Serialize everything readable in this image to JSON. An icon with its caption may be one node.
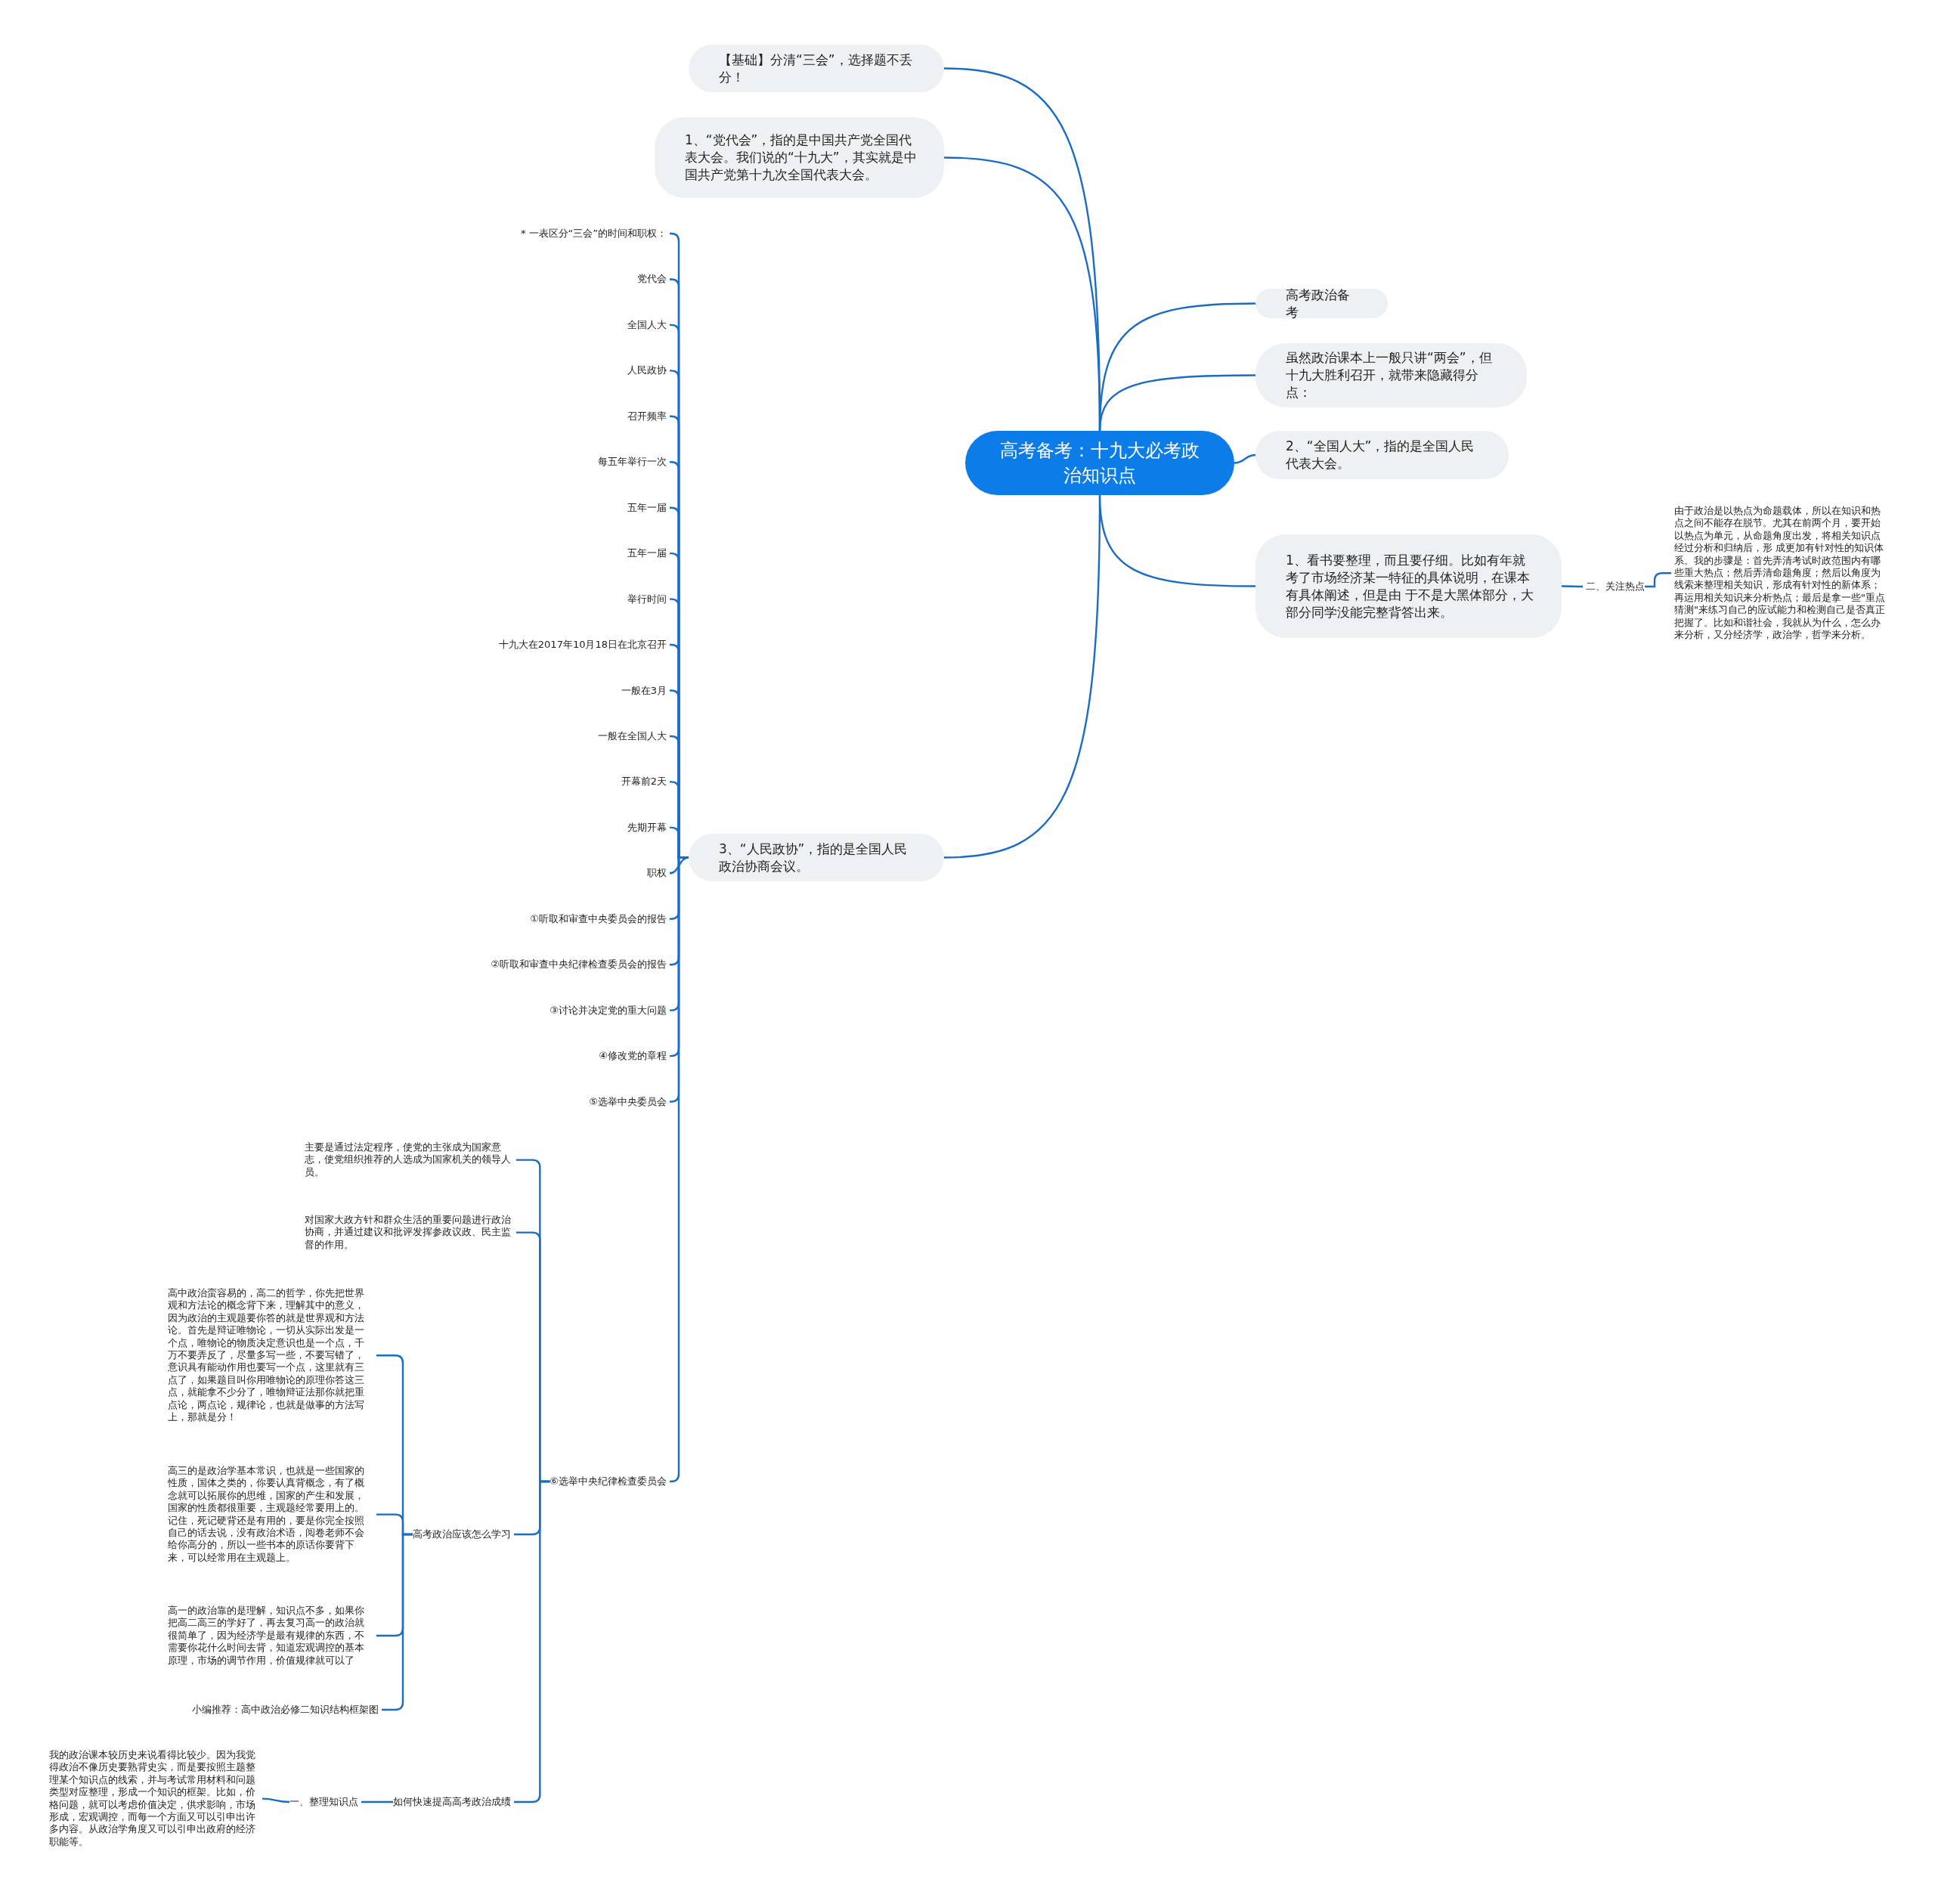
{
  "diagram": {
    "nodes": [
      {
        "text": [
          "高考备考：十九大必考政治知识点"
        ]
      },
      {
        "text": [
          "【基础】分清“三会”，选择题不丢分！"
        ]
      },
      {
        "text": [
          "1、“党代会”，指的是中国共产党全国代表大会。我们说的“十九大”，其实就是中国共产党第十九次全国代表大会。"
        ]
      },
      {
        "text": [
          "3、“人民政协”，指的是全国人民政治协商会议。"
        ]
      },
      {
        "text": [
          "高考政治备考"
        ]
      },
      {
        "text": [
          "虽然政治课本上一般只讲“两会”，但十九大胜利召开，就带来隐藏得分点："
        ]
      },
      {
        "text": [
          "2、“全国人大”，指的是全国人民代表大会。"
        ]
      },
      {
        "text": [
          "1、看书要整理，而且要仔细。比如有年就考了市场经济某一特征的具体说明，在课本有具体阐述，但是由 于不是大黑体部分，大部分同学没能完整背答出来。"
        ]
      },
      {
        "text": [
          "二、关注热点"
        ]
      },
      {
        "text": [
          "由于政治是以热点为命题载体，所以在知识和热点之间不能存在脱节。尤其在前两个月，要开始以热点为单元，从命题角度出发，将相关知识点经过分析和归纳后，形 成更加有针对性的知识体系。我的步骤是：首先弄清考试时政范围内有哪些重大热点；然后弄清命题角度；然后以角度为线索来整理相关知识，形成有针对性的新体系；再运用相关知识来分析热点；最后是拿一些\"重点猜测\"来练习自己的应试能力和检测自己是否真正把握了。比如和谐社会，我就从为什么，怎么办来分析，又分经济学，政治学，哲学来分析。"
        ]
      },
      {
        "text": [
          "* 一表区分“三会”的时间和职权："
        ]
      },
      {
        "text": [
          "党代会"
        ]
      },
      {
        "text": [
          "全国人大"
        ]
      },
      {
        "text": [
          "人民政协"
        ]
      },
      {
        "text": [
          "召开频率"
        ]
      },
      {
        "text": [
          "每五年举行一次"
        ]
      },
      {
        "text": [
          "五年一届"
        ]
      },
      {
        "text": [
          "五年一届"
        ]
      },
      {
        "text": [
          "举行时间"
        ]
      },
      {
        "text": [
          "十九大在2017年10月18日在北京召开"
        ]
      },
      {
        "text": [
          "一般在3月"
        ]
      },
      {
        "text": [
          "一般在全国人大"
        ]
      },
      {
        "text": [
          "开幕前2天"
        ]
      },
      {
        "text": [
          "先期开幕"
        ]
      },
      {
        "text": [
          "职权"
        ]
      },
      {
        "text": [
          "①听取和审查中央委员会的报告"
        ]
      },
      {
        "text": [
          "②听取和审查中央纪律检查委员会的报告"
        ]
      },
      {
        "text": [
          "③讨论并决定党的重大问题"
        ]
      },
      {
        "text": [
          "④修改党的章程"
        ]
      },
      {
        "text": [
          "⑤选举中央委员会"
        ]
      },
      {
        "text": [
          "⑥选举中央纪律检查委员会"
        ]
      },
      {
        "text": [
          "主要是通过法定程序，使党的主张成为国家意志，使党组织推荐的人选成为国家机关的领导人员。"
        ]
      },
      {
        "text": [
          "对国家大政方针和群众生活的重要问题进行政治协商，并通过建议和批评发挥参政议政、民主监督的作用。"
        ]
      },
      {
        "text": [
          "高考政治应该怎么学习"
        ]
      },
      {
        "text": [
          "如何快速提高高考政治成绩"
        ]
      },
      {
        "text": [
          "高中政治蛮容易的，高二的哲学，你先把世界观和方法论的概念背下来，理解其中的意义，因为政治的主观题要你答的就是世界观和方法论。首先是辩证唯物论，一切从实际出发是一个点，唯物论的物质决定意识也是一个点，千万不要弄反了，尽量多写一些，不要写错了，意识具有能动作用也要写一个点，这里就有三点了，如果题目叫你用唯物论的原理你答这三点，就能拿不少分了，唯物辩证法那你就把重点论，两点论，规律论，也就是做事的方法写上，那就是分！"
        ]
      },
      {
        "text": [
          "高三的是政治学基本常识，也就是一些国家的性质，国体之类的，你要认真背概念，有了概念就可以拓展你的思维，国家的产生和发展，国家的性质都很重要，主观题经常要用上的。记住，死记硬背还是有用的，要是你完全按照自己的话去说，没有政治术语，阅卷老师不会给你高分的，所以一些书本的原话你要背下来，可以经常用在主观题上。"
        ]
      },
      {
        "text": [
          "高一的政治靠的是理解，知识点不多，如果你把高二高三的学好了，再去复习高一的政治就很简单了，因为经济学是最有规律的东西，不需要你花什么时间去背，知道宏观调控的基本原理，市场的调节作用，价值规律就可以了"
        ]
      },
      {
        "text": [
          "小编推荐：高中政治必修二知识结构框架图"
        ]
      },
      {
        "text": [
          "一、整理知识点"
        ]
      },
      {
        "text": [
          "我的政治课本较历史来说看得比较少。因为我觉得政治不像历史要熟背史实，而是要按照主题整理某个知识点的线索，并与考试常用材料和问题类型对应整理，形成一个知识的框架。比如，价格问题，就可以考虑价值决定，供求影响，市场形成，宏观调控，而每一个方面又可以引申出许多内容。从政治学角度又可以引申出政府的经济职能等。"
        ]
      }
    ],
    "edges": [
      {
        "from": 0,
        "to": 1,
        "arrow": "none"
      },
      {
        "from": 0,
        "to": 2,
        "arrow": "none"
      },
      {
        "from": 0,
        "to": 3,
        "arrow": "none"
      },
      {
        "from": 0,
        "to": 4,
        "arrow": "none"
      },
      {
        "from": 0,
        "to": 5,
        "arrow": "none"
      },
      {
        "from": 0,
        "to": 6,
        "arrow": "none"
      },
      {
        "from": 0,
        "to": 7,
        "arrow": "none"
      },
      {
        "from": 7,
        "to": 8,
        "arrow": "none"
      },
      {
        "from": 8,
        "to": 9,
        "arrow": "none"
      },
      {
        "from": 3,
        "to": 10,
        "arrow": "none"
      },
      {
        "from": 3,
        "to": 11,
        "arrow": "none"
      },
      {
        "from": 3,
        "to": 12,
        "arrow": "none"
      },
      {
        "from": 3,
        "to": 13,
        "arrow": "none"
      },
      {
        "from": 3,
        "to": 14,
        "arrow": "none"
      },
      {
        "from": 3,
        "to": 15,
        "arrow": "none"
      },
      {
        "from": 3,
        "to": 16,
        "arrow": "none"
      },
      {
        "from": 3,
        "to": 17,
        "arrow": "none"
      },
      {
        "from": 3,
        "to": 18,
        "arrow": "none"
      },
      {
        "from": 3,
        "to": 19,
        "arrow": "none"
      },
      {
        "from": 3,
        "to": 20,
        "arrow": "none"
      },
      {
        "from": 3,
        "to": 21,
        "arrow": "none"
      },
      {
        "from": 3,
        "to": 22,
        "arrow": "none"
      },
      {
        "from": 3,
        "to": 23,
        "arrow": "none"
      },
      {
        "from": 3,
        "to": 24,
        "arrow": "none"
      },
      {
        "from": 3,
        "to": 25,
        "arrow": "none"
      },
      {
        "from": 3,
        "to": 26,
        "arrow": "none"
      },
      {
        "from": 3,
        "to": 27,
        "arrow": "none"
      },
      {
        "from": 3,
        "to": 28,
        "arrow": "none"
      },
      {
        "from": 3,
        "to": 29,
        "arrow": "none"
      },
      {
        "from": 3,
        "to": 30,
        "arrow": "none"
      },
      {
        "from": 30,
        "to": 31,
        "arrow": "none"
      },
      {
        "from": 30,
        "to": 32,
        "arrow": "none"
      },
      {
        "from": 30,
        "to": 33,
        "arrow": "none"
      },
      {
        "from": 30,
        "to": 34,
        "arrow": "none"
      },
      {
        "from": 33,
        "to": 35,
        "arrow": "none"
      },
      {
        "from": 33,
        "to": 36,
        "arrow": "none"
      },
      {
        "from": 33,
        "to": 37,
        "arrow": "none"
      },
      {
        "from": 33,
        "to": 38,
        "arrow": "none"
      },
      {
        "from": 34,
        "to": 39,
        "arrow": "none"
      },
      {
        "from": 39,
        "to": 40,
        "arrow": "none"
      }
    ]
  }
}
